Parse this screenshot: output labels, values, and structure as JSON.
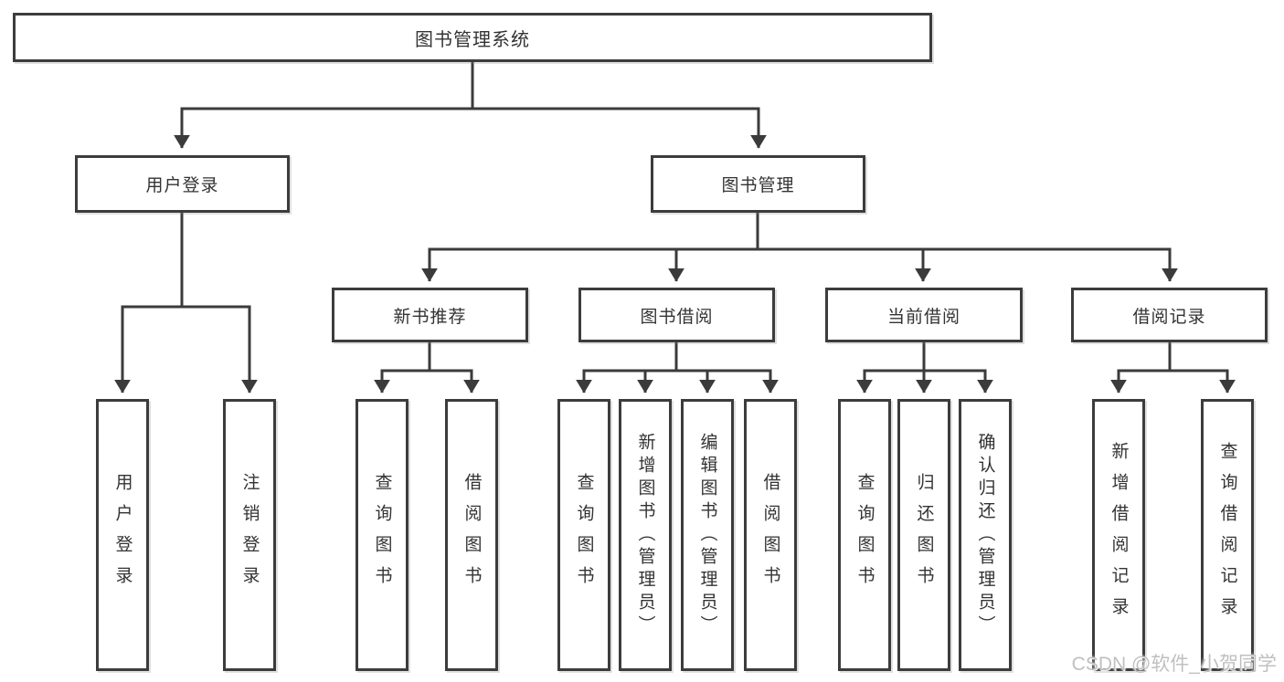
{
  "nodes": {
    "root": "图书管理系统",
    "user_login": "用户登录",
    "book_mgmt": "图书管理",
    "new_book_rec": "新书推荐",
    "book_borrow": "图书借阅",
    "current_borrow": "当前借阅",
    "borrow_records": "借阅记录",
    "leaf_user_login": "用户登录",
    "leaf_logout": "注销登录",
    "rec_query_book": "查询图书",
    "rec_borrow_book": "借阅图书",
    "bb_query_book": "查询图书",
    "bb_add_book": "新增图书（管理员）",
    "bb_edit_book": "编辑图书（管理员）",
    "bb_borrow_book": "借阅图书",
    "cb_query_book": "查询图书",
    "cb_return_book": "归还图书",
    "cb_confirm_return": "确认归还（管理员）",
    "br_add_record": "新增借阅记录",
    "br_query_record": "查询借阅记录"
  },
  "hierarchy": {
    "root": [
      "user_login",
      "book_mgmt"
    ],
    "user_login": [
      "leaf_user_login",
      "leaf_logout"
    ],
    "book_mgmt": [
      "new_book_rec",
      "book_borrow",
      "current_borrow",
      "borrow_records"
    ],
    "new_book_rec": [
      "rec_query_book",
      "rec_borrow_book"
    ],
    "book_borrow": [
      "bb_query_book",
      "bb_add_book",
      "bb_edit_book",
      "bb_borrow_book"
    ],
    "current_borrow": [
      "cb_query_book",
      "cb_return_book",
      "cb_confirm_return"
    ],
    "borrow_records": [
      "br_add_record",
      "br_query_record"
    ]
  },
  "watermark": "CSDN @软件_小贺同学",
  "colors": {
    "line": "#3b3b3b",
    "border": "#3c3c3c",
    "text": "#333333",
    "watermark": "#c0c0c0",
    "background": "#ffffff"
  }
}
